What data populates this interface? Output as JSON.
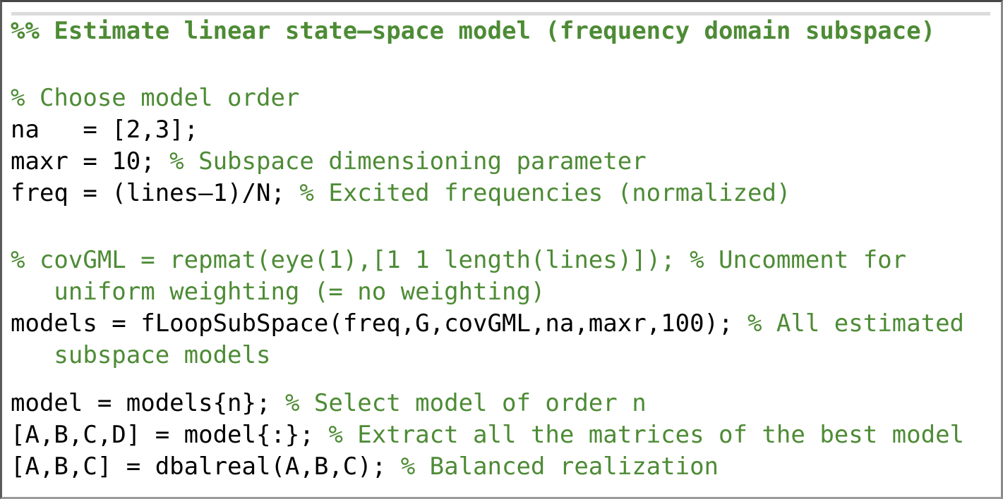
{
  "colors": {
    "comment_green": "#4d8b35",
    "code_black": "#000000",
    "rule_gray": "#dcdcdc",
    "background": "#ffffff",
    "border_gray": "#5a5a5a"
  },
  "section": {
    "header": "%% Estimate linear state—space model (frequency domain subspace)"
  },
  "blocks": [
    {
      "lines": [
        [
          {
            "text": "% Choose model order",
            "kind": "comment"
          }
        ],
        [
          {
            "text": "na   = [2,3];",
            "kind": "code"
          }
        ],
        [
          {
            "text": "maxr = 10; ",
            "kind": "code"
          },
          {
            "text": "% Subspace dimensioning parameter",
            "kind": "comment"
          }
        ],
        [
          {
            "text": "freq = (lines—1)/N; ",
            "kind": "code"
          },
          {
            "text": "% Excited frequencies (normalized)",
            "kind": "comment"
          }
        ]
      ]
    },
    {
      "lines": [
        [
          {
            "text": "% covGML = repmat(eye(1),[1 1 length(lines)]); % Uncomment for",
            "kind": "comment"
          }
        ],
        [
          {
            "text": "   uniform weighting (= no weighting)",
            "kind": "comment"
          }
        ],
        [
          {
            "text": "models = fLoopSubSpace(freq,G,covGML,na,maxr,100); ",
            "kind": "code"
          },
          {
            "text": "% All estimated",
            "kind": "comment"
          }
        ],
        [
          {
            "text": "   subspace models",
            "kind": "comment"
          }
        ]
      ]
    },
    {
      "lines": [
        [
          {
            "text": "model = models{n}; ",
            "kind": "code"
          },
          {
            "text": "% Select model of order n",
            "kind": "comment"
          }
        ],
        [
          {
            "text": "[A,B,C,D] = model{:}; ",
            "kind": "code"
          },
          {
            "text": "% Extract all the matrices of the best model",
            "kind": "comment"
          }
        ],
        [
          {
            "text": "[A,B,C] = dbalreal(A,B,C); ",
            "kind": "code"
          },
          {
            "text": "% Balanced realization",
            "kind": "comment"
          }
        ]
      ]
    }
  ]
}
